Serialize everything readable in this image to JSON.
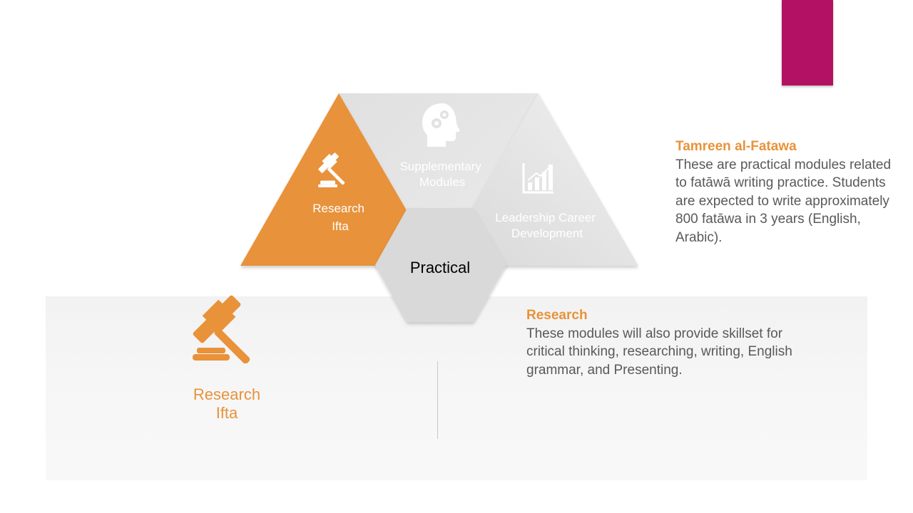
{
  "colors": {
    "accent": "#e8923a",
    "accent_bar": "#b31264",
    "triangle_grey": "#e4e4e4",
    "hexagon": "#d9d9d9",
    "body_text": "#595959"
  },
  "diagram": {
    "segments": [
      {
        "label": "Research\nIfta",
        "icon": "gavel-icon"
      },
      {
        "label": "Supplementary\nModules",
        "icon": "head-gears-icon"
      },
      {
        "label": "Leadership Career\nDevelopment",
        "icon": "bar-chart-icon"
      }
    ],
    "center_label": "Practical"
  },
  "panel": {
    "icon": "gavel-icon",
    "label": "Research\nIfta"
  },
  "info_top": {
    "heading": "Tamreen al-Fatawa",
    "body": "These are practical modules related to fatāwā writing practice. Students are expected to write approximately 800 fatāwa in 3 years (English, Arabic)."
  },
  "info_bottom": {
    "heading": "Research",
    "body": "These modules will also provide skillset for critical thinking, researching, writing, English grammar, and Presenting."
  }
}
